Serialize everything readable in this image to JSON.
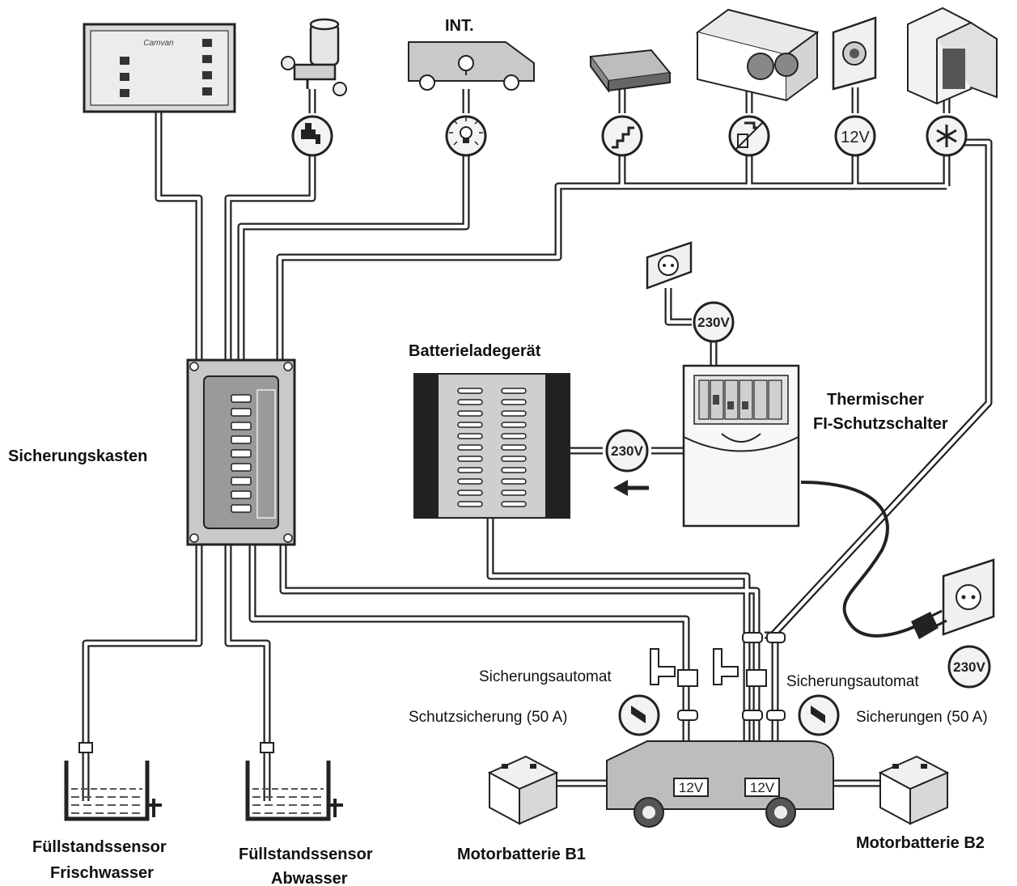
{
  "labels": {
    "int": "INT.",
    "sicherungskasten": "Sicherungskasten",
    "batterieladegeraet": "Batterieladegerät",
    "thermischer_line1": "Thermischer",
    "thermischer_line2": "FI-Schutzschalter",
    "sicherungsautomat_left": "Sicherungsautomat",
    "sicherungsautomat_right": "Sicherungsautomat",
    "schutzsicherung": "Schutzsicherung (50 A)",
    "sicherungen": "Sicherungen (50 A)",
    "fuell_frisch_line1": "Füllstandssensor",
    "fuell_frisch_line2": "Frischwasser",
    "fuell_ab_line1": "Füllstandssensor",
    "fuell_ab_line2": "Abwasser",
    "motorbatterie_b1": "Motorbatterie B1",
    "motorbatterie_b2": "Motorbatterie B2"
  },
  "badges": {
    "v230_socket": "230V",
    "v230_charger": "230V",
    "v230_plug": "230V",
    "v12_top": "12V",
    "v12_left": "12V",
    "v12_right": "12V"
  },
  "panel_brand": "Camvan"
}
